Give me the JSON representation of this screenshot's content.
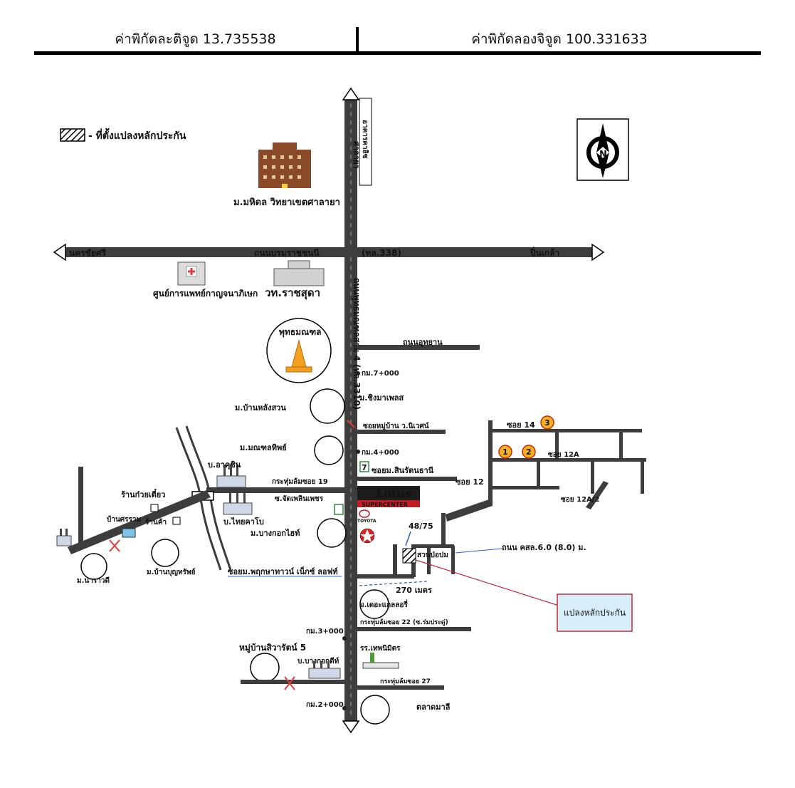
{
  "header": {
    "latitude": "ค่าพิกัดละติจูด 13.735538",
    "longitude": "ค่าพิกัดลองจิจูด 100.331633"
  },
  "legend": {
    "text": "- ที่ตั้งแปลงหลักประกัน"
  },
  "roads": {
    "salaya": "ศาลายา",
    "nakhon_chai_si": "นครชัยศรี",
    "borommaratchachonnani": "ถนนบรมราชชนนี",
    "route_338": "(ทล.338)",
    "pinklao": "ปิ่นเกล้า",
    "phutthamonthon_4": "ถนนพุทธมณฑลสาย 4 (ทล.3310)",
    "utthayan": "ถนนอุทยาน",
    "soi_14": "ซอย 14",
    "soi_12a": "ซอย 12A",
    "soi_12": "ซอย 12",
    "soi_12a2": "ซอย 12A/2",
    "krathum_lom_19": "กระทุ่มล้มซอย 19",
    "krathum_lom_22": "กระทุ่มล้มซอย 22 (ซ.ร่มประดู่)",
    "krathum_lom_27": "กระทุ่มล้มซอย 27",
    "soi_jatpen": "ซ.จัดเพลินเพชร",
    "soi_siwasdi": "ซอยหมู่บ้าน ว.นิเวศน์",
    "soi_sinratana": "ซอยม.สินรัตนธานี",
    "soi_phruksa": "ซอยม.พฤกษาทาวน์ เน็กซ์ ลอฟท์",
    "sub_road": "ถนน คสล.6.0 (8.0) ม."
  },
  "places": {
    "mahidol": "ม.มหิดล วิทยาเขตศาลายา",
    "building_label": "อาคารคาลิซ",
    "kanchanaphisek": "ศูนย์การแพทย์กาญจนาภิเษก",
    "ratchasuda": "วท.ราชสุดา",
    "phutthamonthon": "พุทธมณฑล",
    "ban_lang_suan": "ม.บ้านหลังสวน",
    "chingma": "ม.ชิงมาเพลส",
    "mongkhon": "ม.มณฑลทิพย์",
    "ban_athukin": "บ.อาคุชิน",
    "ban_thaikaoo": "บ.ไทยคาโบ",
    "bangkok_heights": "ม.บางกอกไฮท์",
    "noodle_shop": "ร้านก๋วยเตี๋ยว",
    "ban_sakaram": "บ้านศรราม",
    "ran_kha": "ร้านค้า",
    "nara_ladee": "ม.นาราวดี",
    "ban_bunyasap": "ม.บ้านบุญทรัพย์",
    "lotus": "Lotus",
    "lotus_sub": "SUPERCENTER",
    "toyota": "TOYOTA",
    "house_no": "48/75",
    "suan_pop": "สวนป่อปม",
    "distance": "270 เมตร",
    "the_greendy": "ม.เดอะแกลลอรี่",
    "km_7": "กม.7+000",
    "km_4": "กม.4+000",
    "km_3": "กม.3+000",
    "km_2": "กม.2+000",
    "siwat_5": "หมู่บ้านสิวารัตน์ 5",
    "bangkok_dry": "บ.บางกอกดีท์",
    "thep_nimit": "รร.เทพนิมิตร",
    "talat_mari": "ตลาดมาลี",
    "seven_eleven": "7",
    "circle_1": "1",
    "circle_2": "2",
    "circle_3": "3"
  },
  "callout": {
    "text": "แปลงหลักประกัน"
  },
  "compass": {
    "letter": "N"
  },
  "colors": {
    "road": "#3d3d3d",
    "callout_fill": "#d7eef8",
    "callout_border": "#c0283c",
    "blue_label": "#2a64b8",
    "circle_marker": "#f5b21c",
    "temple": "#f2a01e",
    "building": "#8a4a2a",
    "cross": "#e23b3b"
  }
}
